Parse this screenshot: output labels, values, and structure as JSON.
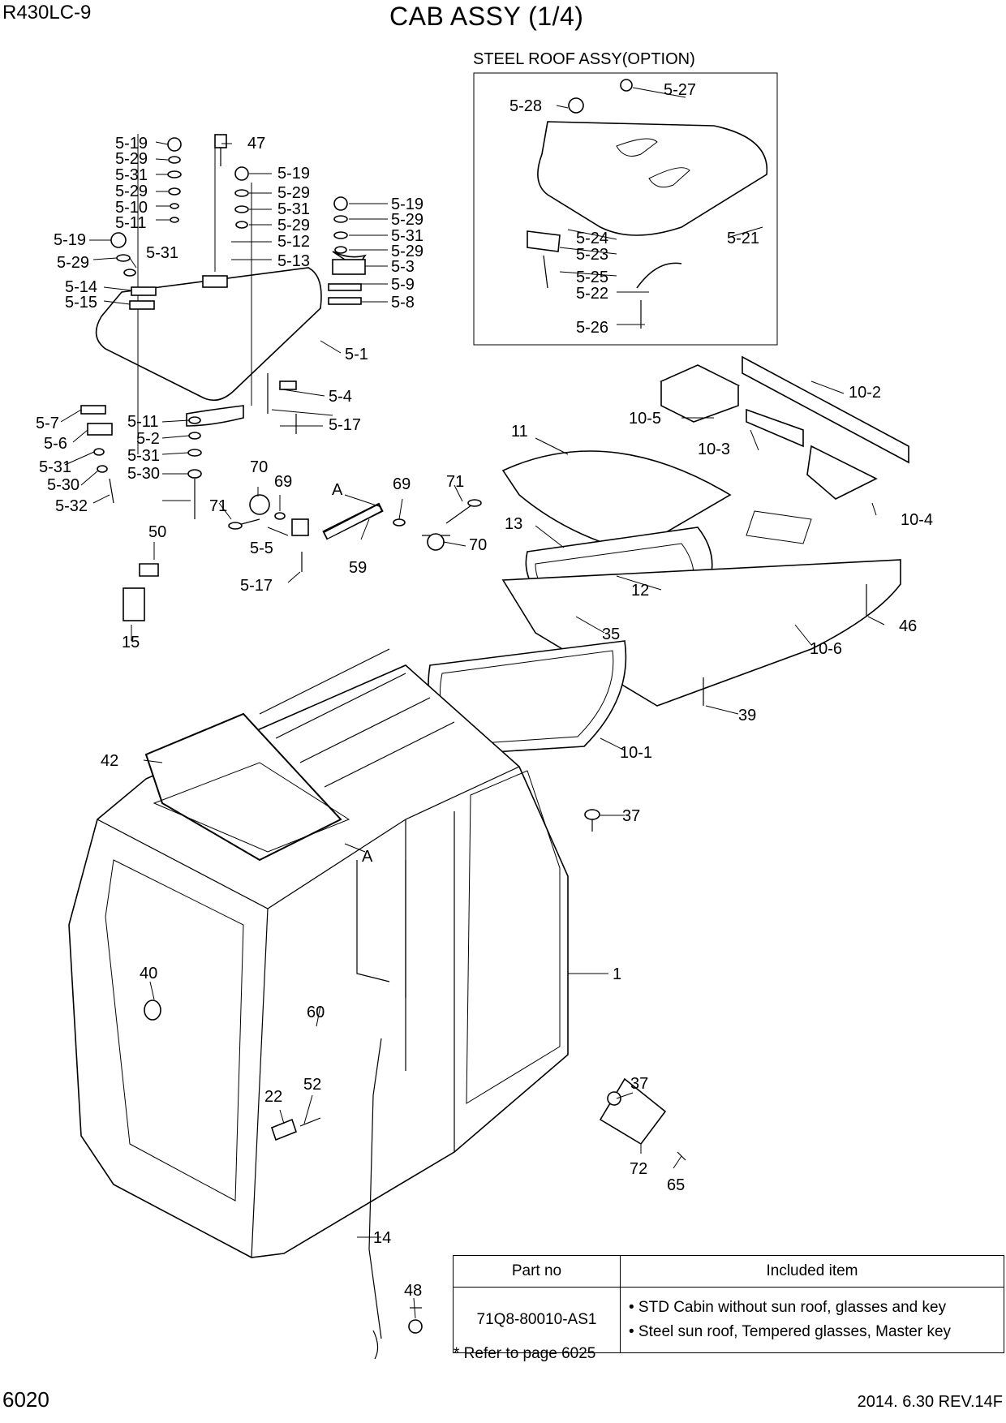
{
  "header": {
    "model": "R430LC-9",
    "title": "CAB ASSY (1/4)"
  },
  "option_box_title": "STEEL ROOF ASSY(OPTION)",
  "callouts": {
    "roof": [
      "5-19",
      "5-29",
      "5-31",
      "5-29",
      "5-10",
      "5-11",
      "5-19",
      "5-29",
      "5-31",
      "5-29",
      "5-12",
      "5-13",
      "5-19",
      "5-29",
      "5-31",
      "5-29",
      "5-3",
      "5-9",
      "5-8",
      "47",
      "5-19",
      "5-29",
      "5-31",
      "5-14",
      "5-15",
      "5-1",
      "5-4",
      "5-7",
      "5-6",
      "5-11",
      "5-2",
      "5-31",
      "5-30",
      "5-31",
      "5-30",
      "5-32",
      "5-17",
      "5-5",
      "5-17",
      "59",
      "A",
      "69",
      "71",
      "70",
      "70",
      "69",
      "71",
      "50",
      "15"
    ],
    "steel_roof": [
      "5-27",
      "5-28",
      "5-21",
      "5-24",
      "5-23",
      "5-25",
      "5-22",
      "5-26"
    ],
    "panels": [
      "10-2",
      "10-5",
      "10-3",
      "10-4",
      "11",
      "13",
      "12",
      "35",
      "46",
      "10-6",
      "39",
      "10-1"
    ],
    "cab": [
      "42",
      "A",
      "37",
      "1",
      "40",
      "60",
      "52",
      "22",
      "37",
      "72",
      "65",
      "14",
      "48"
    ]
  },
  "table": {
    "headers": [
      "Part no",
      "Included item"
    ],
    "rows": [
      {
        "part_no": "71Q8-80010-AS1",
        "items": [
          "• STD Cabin without sun roof, glasses and key",
          "• Steel sun roof, Tempered glasses, Master key"
        ]
      }
    ]
  },
  "note": "*  Refer to page 6025",
  "footer": {
    "page": "6020",
    "revision": "2014. 6.30  REV.14F"
  }
}
